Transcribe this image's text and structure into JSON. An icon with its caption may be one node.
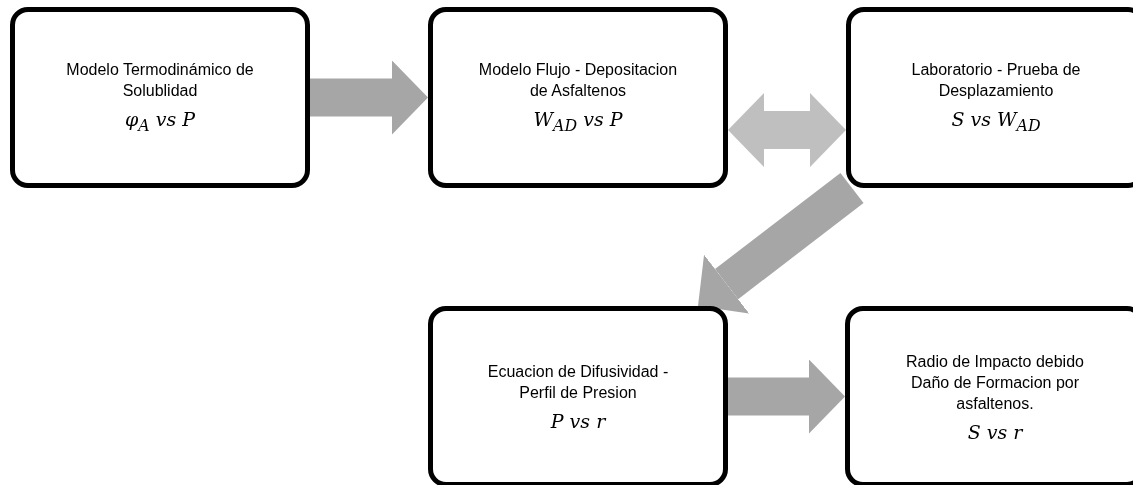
{
  "diagram": {
    "nodes": [
      {
        "text": [
          "Modelo Termodinámico de Solublidad",
          "φ$_{A}$ vs P"
        ]
      },
      {
        "text": [
          "Modelo Flujo - Depositacion de Asfaltenos",
          "W$_{AD}$ vs P"
        ]
      },
      {
        "text": [
          "Laboratorio - Prueba de Desplazamiento",
          "S vs W$_{AD}$"
        ]
      },
      {
        "text": [
          "Ecuacion de Difusividad - Perfil de Presion",
          "P vs r"
        ]
      },
      {
        "text": [
          "Radio de Impacto debido Daño de Formacion por asfaltenos.",
          "S vs r"
        ]
      }
    ],
    "edges": [
      {
        "from": 0,
        "to": 1,
        "arrow": "to"
      },
      {
        "from": 1,
        "to": 2,
        "arrow": "both",
        "color": "#bfbfbf"
      },
      {
        "from": 2,
        "to": 3,
        "arrow": "to"
      },
      {
        "from": 3,
        "to": 4,
        "arrow": "to"
      }
    ]
  }
}
